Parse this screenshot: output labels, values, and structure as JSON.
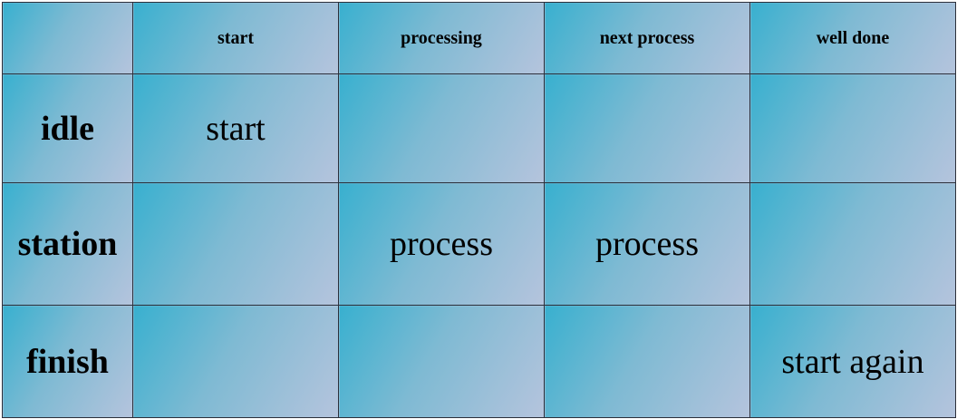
{
  "table": {
    "corner": "",
    "columns": [
      "start",
      "processing",
      "next process",
      "well done"
    ],
    "rows": [
      {
        "label": "idle",
        "cells": [
          "start",
          "",
          "",
          ""
        ]
      },
      {
        "label": "station",
        "cells": [
          "",
          "process",
          "process",
          ""
        ]
      },
      {
        "label": "finish",
        "cells": [
          "",
          "",
          "",
          "start again"
        ]
      }
    ]
  },
  "colors": {
    "gradient_start": "#38b0cf",
    "gradient_mid": "#7fbad3",
    "gradient_end": "#b5c4dd",
    "border": "#2b2f3a",
    "text": "#000000"
  }
}
